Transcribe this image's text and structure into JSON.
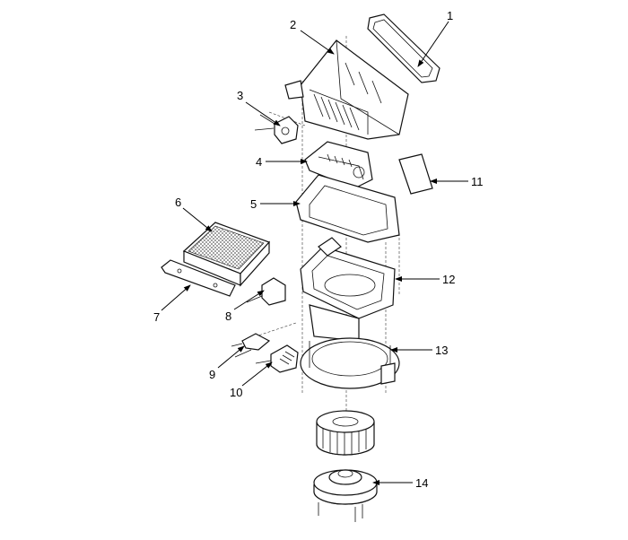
{
  "diagram": {
    "title": "Blower unit exploded view",
    "callouts": [
      {
        "id": "1",
        "text": "1"
      },
      {
        "id": "2",
        "text": "2"
      },
      {
        "id": "3",
        "text": "3"
      },
      {
        "id": "4",
        "text": "4"
      },
      {
        "id": "5",
        "text": "5"
      },
      {
        "id": "6",
        "text": "6"
      },
      {
        "id": "7",
        "text": "7"
      },
      {
        "id": "8",
        "text": "8"
      },
      {
        "id": "9",
        "text": "9"
      },
      {
        "id": "10",
        "text": "10"
      },
      {
        "id": "11",
        "text": "11"
      },
      {
        "id": "12",
        "text": "12"
      },
      {
        "id": "13",
        "text": "13"
      },
      {
        "id": "14",
        "text": "14"
      }
    ]
  }
}
